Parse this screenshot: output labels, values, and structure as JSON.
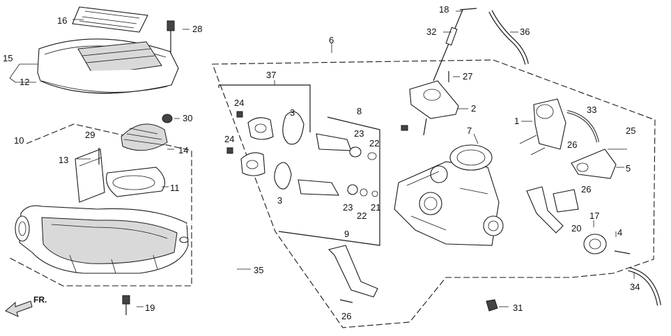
{
  "diagram": {
    "direction_label": "FR.",
    "callouts": [
      {
        "id": "c16",
        "text": "16"
      },
      {
        "id": "c28",
        "text": "28"
      },
      {
        "id": "c15",
        "text": "15"
      },
      {
        "id": "c12",
        "text": "12"
      },
      {
        "id": "c10",
        "text": "10"
      },
      {
        "id": "c29",
        "text": "29"
      },
      {
        "id": "c13",
        "text": "13"
      },
      {
        "id": "c30",
        "text": "30"
      },
      {
        "id": "c14",
        "text": "14"
      },
      {
        "id": "c11",
        "text": "11"
      },
      {
        "id": "c35",
        "text": "35"
      },
      {
        "id": "c19",
        "text": "19"
      },
      {
        "id": "c6",
        "text": "6"
      },
      {
        "id": "c37",
        "text": "37"
      },
      {
        "id": "c24a",
        "text": "24"
      },
      {
        "id": "c24b",
        "text": "24"
      },
      {
        "id": "c3a",
        "text": "3"
      },
      {
        "id": "c3b",
        "text": "3"
      },
      {
        "id": "c8",
        "text": "8"
      },
      {
        "id": "c23a",
        "text": "23"
      },
      {
        "id": "c22a",
        "text": "22"
      },
      {
        "id": "c23b",
        "text": "23"
      },
      {
        "id": "c22b",
        "text": "22"
      },
      {
        "id": "c21",
        "text": "21"
      },
      {
        "id": "c9",
        "text": "9"
      },
      {
        "id": "c26a",
        "text": "26"
      },
      {
        "id": "c18",
        "text": "18"
      },
      {
        "id": "c32",
        "text": "32"
      },
      {
        "id": "c36",
        "text": "36"
      },
      {
        "id": "c27",
        "text": "27"
      },
      {
        "id": "c2",
        "text": "2"
      },
      {
        "id": "c7",
        "text": "7"
      },
      {
        "id": "c1",
        "text": "1"
      },
      {
        "id": "c33",
        "text": "33"
      },
      {
        "id": "c25",
        "text": "25"
      },
      {
        "id": "c26b",
        "text": "26"
      },
      {
        "id": "c5",
        "text": "5"
      },
      {
        "id": "c26c",
        "text": "26"
      },
      {
        "id": "c17",
        "text": "17"
      },
      {
        "id": "c20",
        "text": "20"
      },
      {
        "id": "c4",
        "text": "4"
      },
      {
        "id": "c34",
        "text": "34"
      },
      {
        "id": "c31",
        "text": "31"
      }
    ]
  }
}
